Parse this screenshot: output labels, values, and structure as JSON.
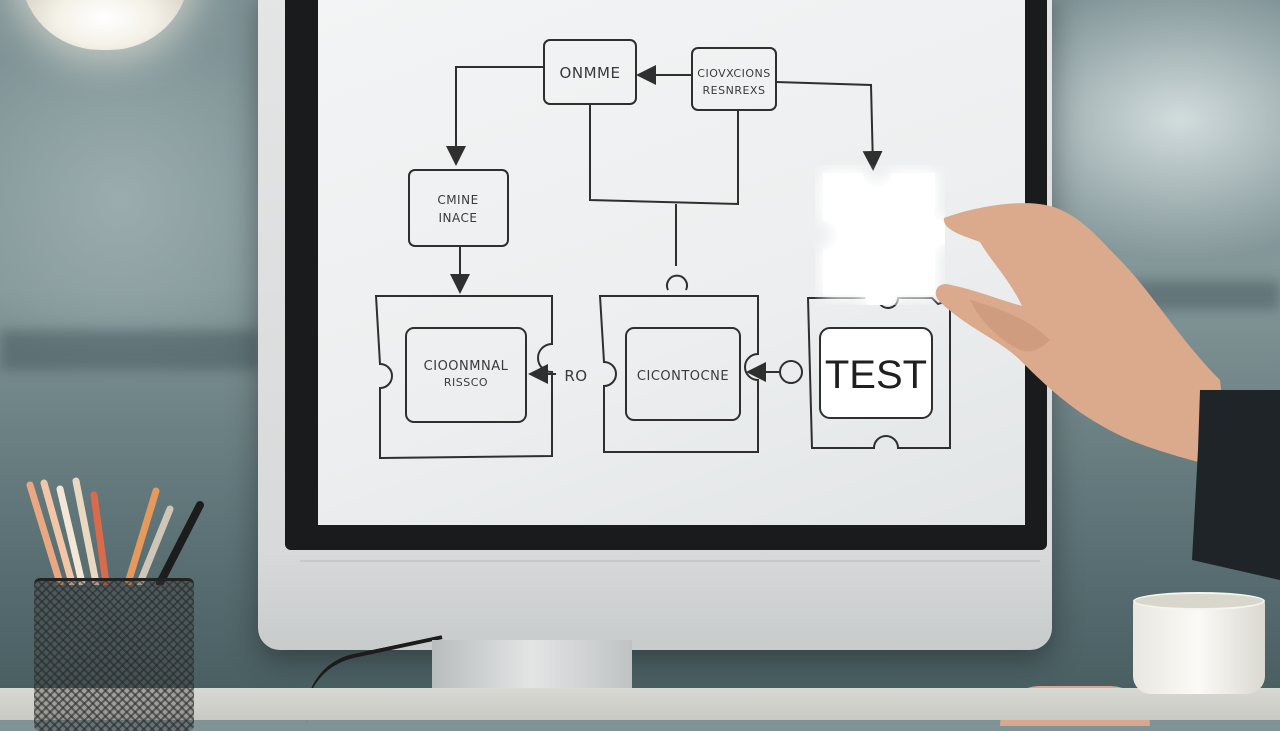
{
  "scene": {
    "description_free": true
  },
  "diagram": {
    "top_center_box": "ONMME",
    "top_right_box_line1": "CIOVXCIONS",
    "top_right_box_line2": "RESNREXS",
    "left_box_line1": "CMINE",
    "left_box_line2": "INACE",
    "bottom_left_inner_line1": "CIOONMNAL",
    "bottom_left_inner_line2": "RISSCO",
    "between_label": "RO",
    "bottom_middle_inner": "CICONTOCNE",
    "test_label": "TEST"
  },
  "colors": {
    "line": "#2f2f2f",
    "screen": "#eef0f1",
    "glow": "#ffffff",
    "skin": "#dba98c",
    "sleeve": "#1f2428"
  },
  "icons": {
    "glow_piece": "puzzle-piece-icon",
    "arrows": "arrow-icon"
  }
}
